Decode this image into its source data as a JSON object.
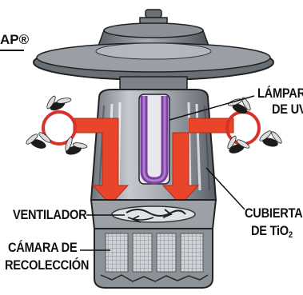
{
  "brand": {
    "text": "AP®"
  },
  "labels": {
    "lamp_line1": "LÁMPARA",
    "lamp_line2": "DE UV",
    "fan": "VENTILADOR",
    "cover_line1": "CUBIERTA",
    "cover_line2": "DE TiO",
    "cover_sub": "2",
    "chamber_line1": "CÁMARA DE",
    "chamber_line2": "RECOLECCIÓN"
  },
  "colors": {
    "lamp": "#7a3fa0",
    "arrow": "#e8452a",
    "body": "#9ea3ab",
    "body_dark": "#5b6068",
    "fly_ring": "#d9302a"
  }
}
